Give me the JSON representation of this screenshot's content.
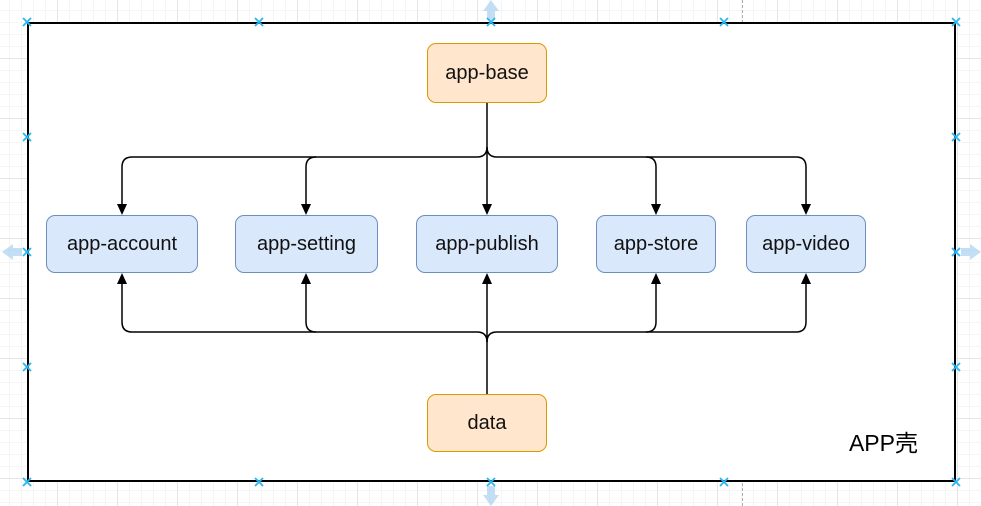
{
  "container": {
    "label": "APP壳"
  },
  "nodes": {
    "app_base": {
      "label": "app-base",
      "fill": "#ffe6cc",
      "stroke": "#d79b00"
    },
    "app_account": {
      "label": "app-account",
      "fill": "#dae8fc",
      "stroke": "#6c8ebf"
    },
    "app_setting": {
      "label": "app-setting",
      "fill": "#dae8fc",
      "stroke": "#6c8ebf"
    },
    "app_publish": {
      "label": "app-publish",
      "fill": "#dae8fc",
      "stroke": "#6c8ebf"
    },
    "app_store": {
      "label": "app-store",
      "fill": "#dae8fc",
      "stroke": "#6c8ebf"
    },
    "app_video": {
      "label": "app-video",
      "fill": "#ffffff00"
    },
    "data": {
      "label": "data",
      "fill": "#ffe6cc",
      "stroke": "#d79b00"
    }
  },
  "edges": [
    {
      "from": "app-base",
      "to": "app-account"
    },
    {
      "from": "app-base",
      "to": "app-setting"
    },
    {
      "from": "app-base",
      "to": "app-publish"
    },
    {
      "from": "app-base",
      "to": "app-store"
    },
    {
      "from": "app-base",
      "to": "app-video"
    },
    {
      "from": "data",
      "to": "app-account"
    },
    {
      "from": "data",
      "to": "app-setting"
    },
    {
      "from": "data",
      "to": "app-publish"
    },
    {
      "from": "data",
      "to": "app-store"
    },
    {
      "from": "data",
      "to": "app-video"
    }
  ],
  "colors": {
    "connector": "#000000",
    "container_border": "#000000",
    "connection_point": "#29b6f2",
    "hover_arrow": "#8fc4ee",
    "page_boundary": "#aeaeae",
    "orange_fill": "#ffe6cc",
    "orange_stroke": "#d79b00",
    "blue_fill": "#dae8fc",
    "blue_stroke": "#6c8ebf"
  }
}
